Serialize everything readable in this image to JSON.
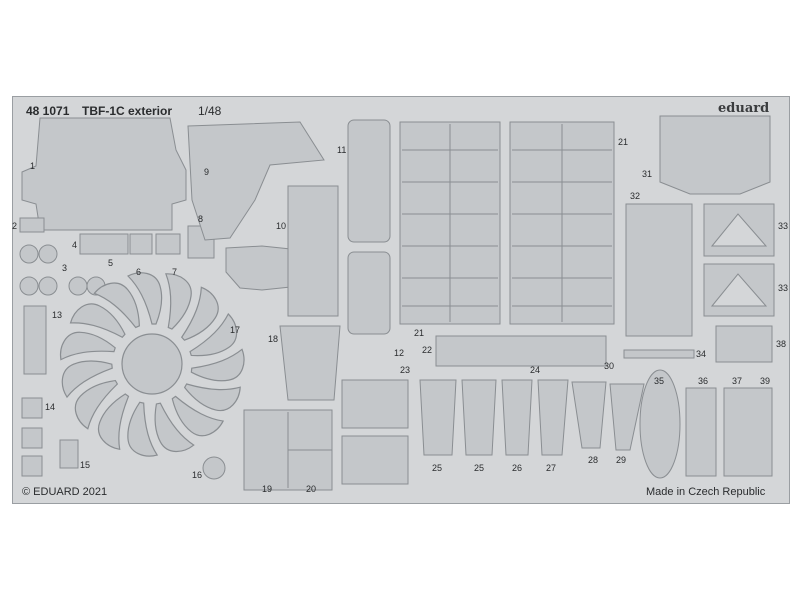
{
  "header": {
    "code": "48 1071",
    "name": "TBF-1C exterior",
    "scale": "1/48",
    "brand": "eduard"
  },
  "footer": {
    "copyright": "© EDUARD 2021",
    "origin": "Made in Czech Republic"
  },
  "part_numbers": [
    "1",
    "2",
    "3",
    "4",
    "5",
    "6",
    "7",
    "8",
    "9",
    "10",
    "11",
    "12",
    "13",
    "14",
    "15",
    "16",
    "17",
    "18",
    "19",
    "20",
    "21",
    "21",
    "22",
    "23",
    "24",
    "25",
    "25",
    "26",
    "27",
    "28",
    "29",
    "30",
    "31",
    "32",
    "33",
    "33",
    "34",
    "35",
    "36",
    "37",
    "38",
    "39"
  ],
  "colors": {
    "fret": "#d4d6d8",
    "part": "#c4c7ca",
    "edge": "#8a8e92",
    "text": "#2a2c2e"
  }
}
